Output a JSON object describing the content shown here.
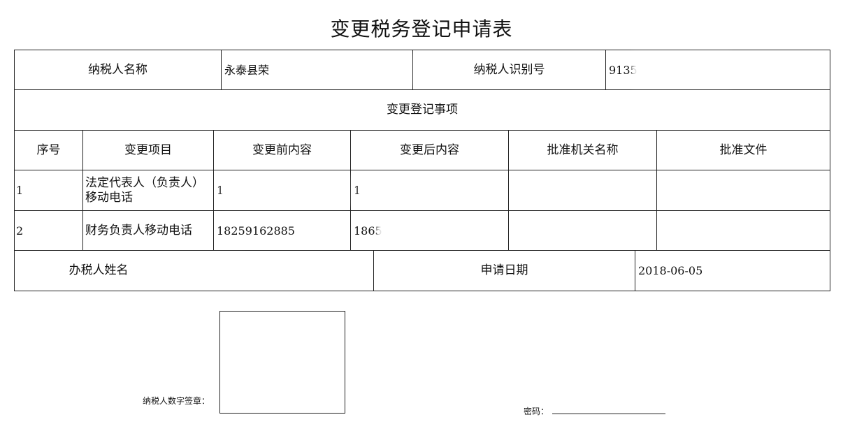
{
  "title": "变更税务登记申请表",
  "header": {
    "taxpayer_name_label": "纳税人名称",
    "taxpayer_name_value": "永泰县荣",
    "taxpayer_id_label": "纳税人识别号",
    "taxpayer_id_value": "9135"
  },
  "section_title": "变更登记事项",
  "columns": [
    "序号",
    "变更项目",
    "变更前内容",
    "变更后内容",
    "批准机关名称",
    "批准文件"
  ],
  "rows": [
    {
      "index": "1",
      "item": "法定代表人（负责人）移动电话",
      "before": "1",
      "after": "1",
      "authority": "",
      "document": ""
    },
    {
      "index": "2",
      "item": "财务负责人移动电话",
      "before": "18259162885",
      "after": "1865",
      "authority": "",
      "document": ""
    }
  ],
  "footer": {
    "handler_label": "办税人姓名",
    "handler_value": "",
    "date_label": "申请日期",
    "date_value": "2018-06-05"
  },
  "signature": {
    "label": "纳税人数字签章：",
    "password_label": "密码："
  }
}
